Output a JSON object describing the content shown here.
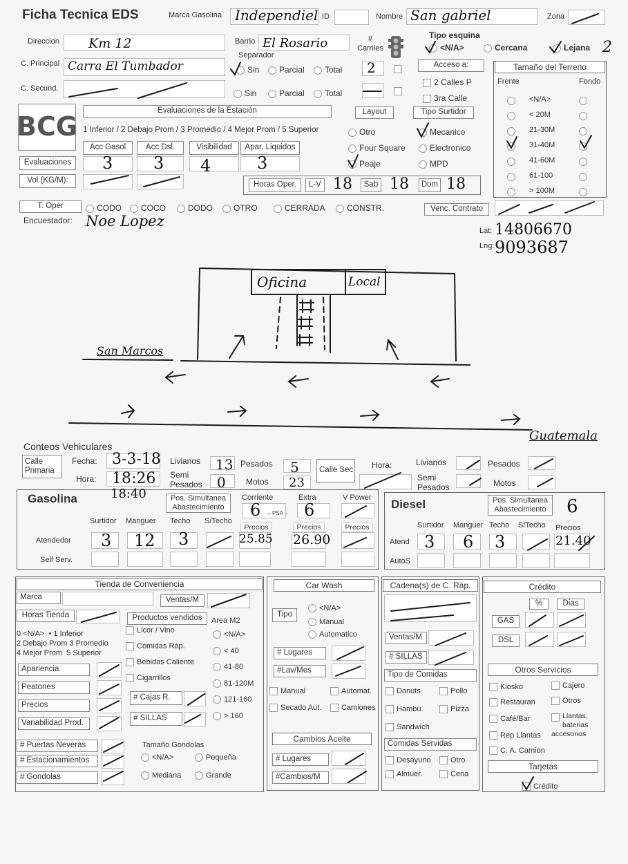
{
  "header": {
    "title": "Ficha Tecnica EDS",
    "marca_label": "Marca Gasolina",
    "marca_value": "Independiel",
    "id_label": "ID",
    "nombre_label": "Nombre",
    "nombre_value": "San gabriel",
    "zona_label": "Zona"
  },
  "address": {
    "direccion_label": "Direccion",
    "direccion_value": "Km 12",
    "barrio_label": "Barrio",
    "barrio_value": "El Rosario",
    "carriles_hash": "#",
    "carriles_label": "Carriles",
    "carriles_value": "2",
    "cprincipal_label": "C. Principal",
    "cprincipal_value": "Carra El Tumbador",
    "csecund_label": "C. Secund.",
    "separador_label": "Separador",
    "sep_options": [
      "Sin",
      "Parcial",
      "Total"
    ],
    "tipo_esquina_label": "Tipo esquina",
    "tipo_esquina_options": [
      "<N/A>",
      "Cercana",
      "Lejana"
    ],
    "tipo_esquina_extra": "2",
    "acceso_label": "Acceso a:",
    "acceso_options": [
      "2 Calles P",
      "3ra Calle"
    ]
  },
  "terreno": {
    "title": "Tamaño del Terreno",
    "frente": "Frente",
    "fondo": "Fondo",
    "rows": [
      "<N/A>",
      "< 20M",
      "21-30M",
      "31-40M",
      "41-60M",
      "61-100",
      "> 100M"
    ]
  },
  "evaluaciones": {
    "logo": "BCG",
    "title": "Evaluaciones de la Estación",
    "scale": "1 Inferior / 2 Debajo Prom / 3 Promedio / 4 Mejor Prom / 5 Superior",
    "cols": [
      "Acc Gasol",
      "Acc Dsl.",
      "Visibilidad",
      "Apar. Liquidos"
    ],
    "values": [
      "3",
      "3",
      "4",
      "3"
    ],
    "eval_label": "Evaluaciones",
    "vol_label": "Vol (KG/M):"
  },
  "layout": {
    "title": "Layout",
    "options": [
      "Otro",
      "Four Square",
      "Peaje"
    ]
  },
  "surtidor": {
    "title": "Tipo Surtidor",
    "options": [
      "Mecanico",
      "Electronico",
      "MPD"
    ]
  },
  "horas": {
    "label": "Horas Oper.",
    "lv": "L-V",
    "lv_value": "18",
    "sab": "Sab",
    "sab_value": "18",
    "dom": "Dom",
    "dom_value": "18"
  },
  "toper": {
    "label": "T. Oper",
    "options": [
      "CODO",
      "COCO",
      "DODO",
      "OTRO",
      "CERRADA",
      "CONSTR."
    ],
    "contrato": "Venc. Contrato"
  },
  "encuestador": {
    "label": "Encuestador:",
    "value": "Noe Lopez",
    "lat_label": "Lat:",
    "lat_value": "14806670",
    "lng_label": "Lng:",
    "lng_value": "9093687"
  },
  "sketch": {
    "oficina": "Oficina",
    "local": "Local",
    "street_left": "San Marcos",
    "street_right": "Guatemala"
  },
  "conteos": {
    "title": "Conteos Vehiculares",
    "calle_primaria": "Calle Primaria",
    "fecha_label": "Fecha:",
    "fecha_value": "3-3-18",
    "hora_label": "Hora:",
    "hora_value": "18:26",
    "hora_value2": "18:40",
    "livianos": "Livianos",
    "livianos_value": "13",
    "semi": "Semi Pesados",
    "semi_value": "0",
    "pesados": "Pesados",
    "pesados_value": "5",
    "motos": "Motos",
    "motos_value": "23",
    "calle_sec": "Calle Sec",
    "hora2_label": "Hora:"
  },
  "gasolina": {
    "title": "Gasolina",
    "pos_sim": "Pos. Simultanea Abastecimiento",
    "cols": [
      "Surtidor",
      "Manguer",
      "Techo",
      "S/Techo"
    ],
    "atendedor": "Atendedor",
    "self": "Self Serv.",
    "values": [
      "3",
      "12",
      "3"
    ],
    "corriente": "Corriente",
    "extra": "Extra",
    "vpower": "V Power",
    "psa_note": "←PSA→",
    "pos_corriente": "6",
    "pos_extra": "6",
    "precios": "Precios",
    "precio_corriente": "25.85",
    "precio_extra": "26.90"
  },
  "diesel": {
    "title": "Diesel",
    "pos_sim": "Pos. Simultanea Abastecimiento",
    "pos_value": "6",
    "cols": [
      "Surtidor",
      "Manguer",
      "Techo",
      "S/Techo",
      "Precios"
    ],
    "atend": "Atend",
    "autos": "AutoS",
    "values": [
      "3",
      "6",
      "3"
    ],
    "precio": "21.40"
  },
  "tienda": {
    "title": "Tienda de Conveniencia",
    "marca": "Marca",
    "ventas": "Ventas/M",
    "horas": "Horas Tienda",
    "productos": "Productos vendidos",
    "area": "Area M2",
    "scale": [
      "0 <N/A>",
      "1 Inferior",
      "2 Debajo Prom",
      "3 Promedio",
      "4 Mejor Prom",
      "5 Superior"
    ],
    "productos_list": [
      "Licor / Vino",
      "Comidas Ráp.",
      "Bebidas Caliente",
      "Cigarrillos"
    ],
    "area_list": [
      "<N/A>",
      "< 40",
      "41-80",
      "81-120M",
      "121-160",
      "> 160"
    ],
    "eval_items": [
      "Apariencia",
      "Peatones",
      "Precios",
      "Variabilidad Prod."
    ],
    "cajas": "# Cajas R.",
    "sillas": "# SILLAS",
    "puertas": "# Puertas Neveras",
    "estacionamientos": "# Estacionamientos",
    "gondolas": "# Gondolas",
    "tamano": "Tamaño Gondolas",
    "tamano_opts": [
      "<N/A>",
      "Pequeña",
      "Mediana",
      "Grande"
    ]
  },
  "carwash": {
    "title": "Car Wash",
    "tipo": "Tipo",
    "tipo_opts": [
      "<N/A>",
      "Manual",
      "Automatico"
    ],
    "lugares": "# Lugares",
    "lav": "#Lav/Mes",
    "checks": [
      "Manual",
      "Automát.",
      "Secado Aut.",
      "Camiones"
    ],
    "cambios_title": "Cambios Aceite",
    "cambios_lugares": "# Lugares",
    "cambios_m": "#Cambios/M"
  },
  "cadena": {
    "title": "Cadena(s) de C. Ráp.",
    "ventas": "Ventas/M",
    "sillas": "# SILLAS",
    "tipo_title": "Tipo de Comidas",
    "tipo_items": [
      "Donuts",
      "Pollo",
      "Hambu.",
      "Pizza",
      "Sandwich"
    ],
    "servidas_title": "Comidas Servidas",
    "servidas_items": [
      "Desayuno",
      "Otro",
      "Almuer.",
      "Cena"
    ]
  },
  "credito": {
    "title": "Crédito",
    "pct": "%",
    "dias": "Dias",
    "gas": "GAS",
    "dsl": "DSL",
    "otros_title": "Otros Servicios",
    "otros": [
      "Kiosko",
      "Cajero",
      "Restauran",
      "Otros",
      "Café/Bar",
      "Llantas, baterias accesorios",
      "Rep Llantas",
      "C. A. Camion"
    ],
    "tarjetas": "Tarjetas",
    "credito_opt": "Crédito"
  }
}
